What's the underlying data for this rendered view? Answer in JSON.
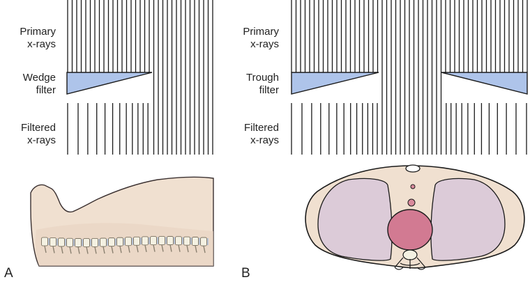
{
  "panel_a": {
    "letter": "A",
    "primary_label": [
      "Primary",
      "x-rays"
    ],
    "filter_label": [
      "Wedge",
      "filter"
    ],
    "filtered_label": [
      "Filtered",
      "x-rays"
    ]
  },
  "panel_b": {
    "letter": "B",
    "primary_label": [
      "Primary",
      "x-rays"
    ],
    "filter_label": [
      "Trough",
      "filter"
    ],
    "filtered_label": [
      "Filtered",
      "x-rays"
    ]
  },
  "colors": {
    "filter_fill": "#aec4ea",
    "skin": "#f0e0d0",
    "lung": "#dccbd8",
    "heart": "#d27a92",
    "vessel": "#d98a9c",
    "bone": "#f4f1e2",
    "line": "#1a1a1a"
  }
}
